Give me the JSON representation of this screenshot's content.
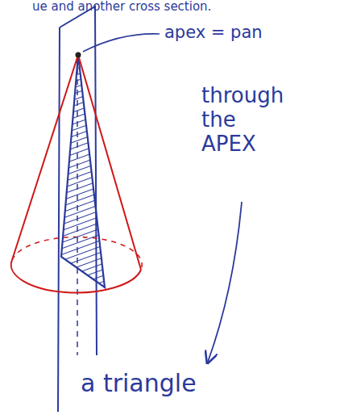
{
  "diagram": {
    "labels": [
      "ue and another cross section.",
      "apex = pan",
      "through the APEX",
      "a triangle"
    ]
  }
}
